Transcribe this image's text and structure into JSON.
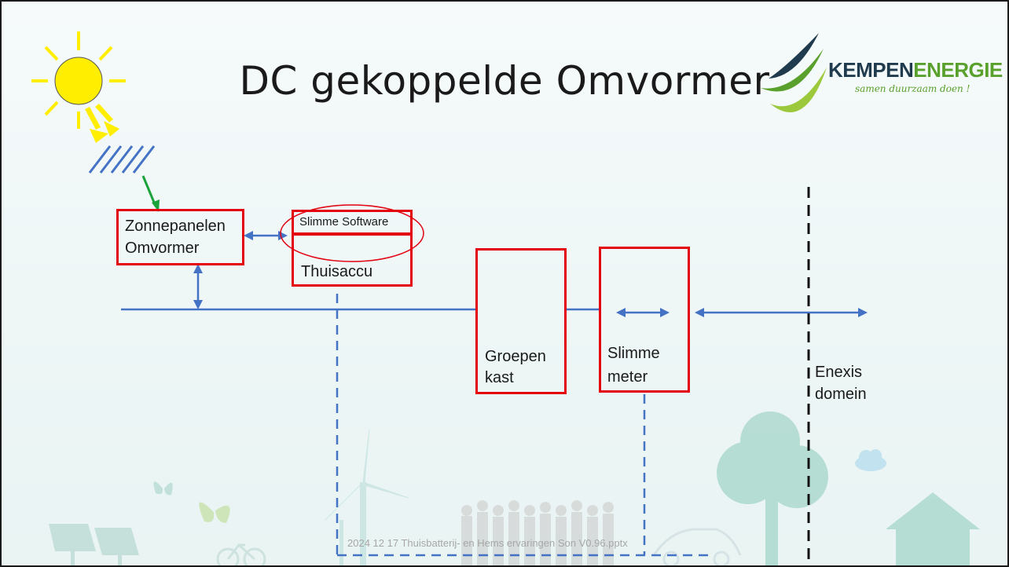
{
  "slide": {
    "title": "DC gekoppelde Omvormer",
    "footer": "2024 12 17 Thuisbatterij- en Hems ervaringen Son V0.96.pptx"
  },
  "logo": {
    "name_part1": "KEMPEN",
    "name_part2": "ENERGIE",
    "slogan": "samen duurzaam doen !",
    "colors": {
      "dark": "#1f3b4d",
      "green": "#5aa02c",
      "light_green": "#9cc83b"
    }
  },
  "diagram": {
    "nodes": {
      "inverter": {
        "line1": "Zonnepanelen",
        "line2": "Omvormer"
      },
      "software": {
        "label": "Slimme Software"
      },
      "battery": {
        "label": "Thuisaccu"
      },
      "fusebox": {
        "line1": "Groepen",
        "line2": "kast"
      },
      "meter": {
        "line1": "Slimme",
        "line2": "meter"
      },
      "grid": {
        "line1": "Enexis",
        "line2": "domein"
      }
    },
    "colors": {
      "box_border": "#e3000f",
      "line": "#4472c4",
      "solar_arrow": "#1aa33a",
      "sun": "#ffee00"
    }
  }
}
